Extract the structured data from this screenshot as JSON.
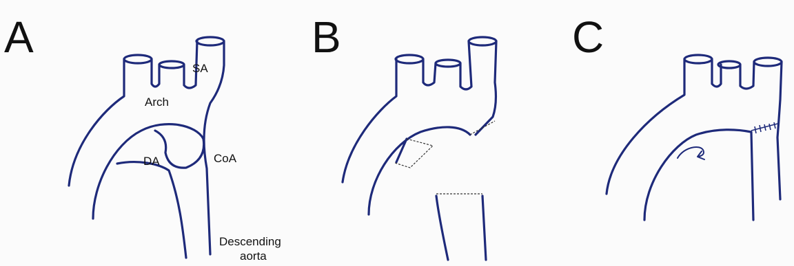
{
  "panels": [
    {
      "letter": "A"
    },
    {
      "letter": "B"
    },
    {
      "letter": "C"
    }
  ],
  "labels": {
    "sa": "SA",
    "arch": "Arch",
    "da": "DA",
    "coa": "CoA",
    "descending_line1": "Descending",
    "descending_line2": "aorta"
  },
  "colors": {
    "vessel": "#1e2a7a",
    "text": "#111111",
    "background": "#fbfbfb"
  }
}
